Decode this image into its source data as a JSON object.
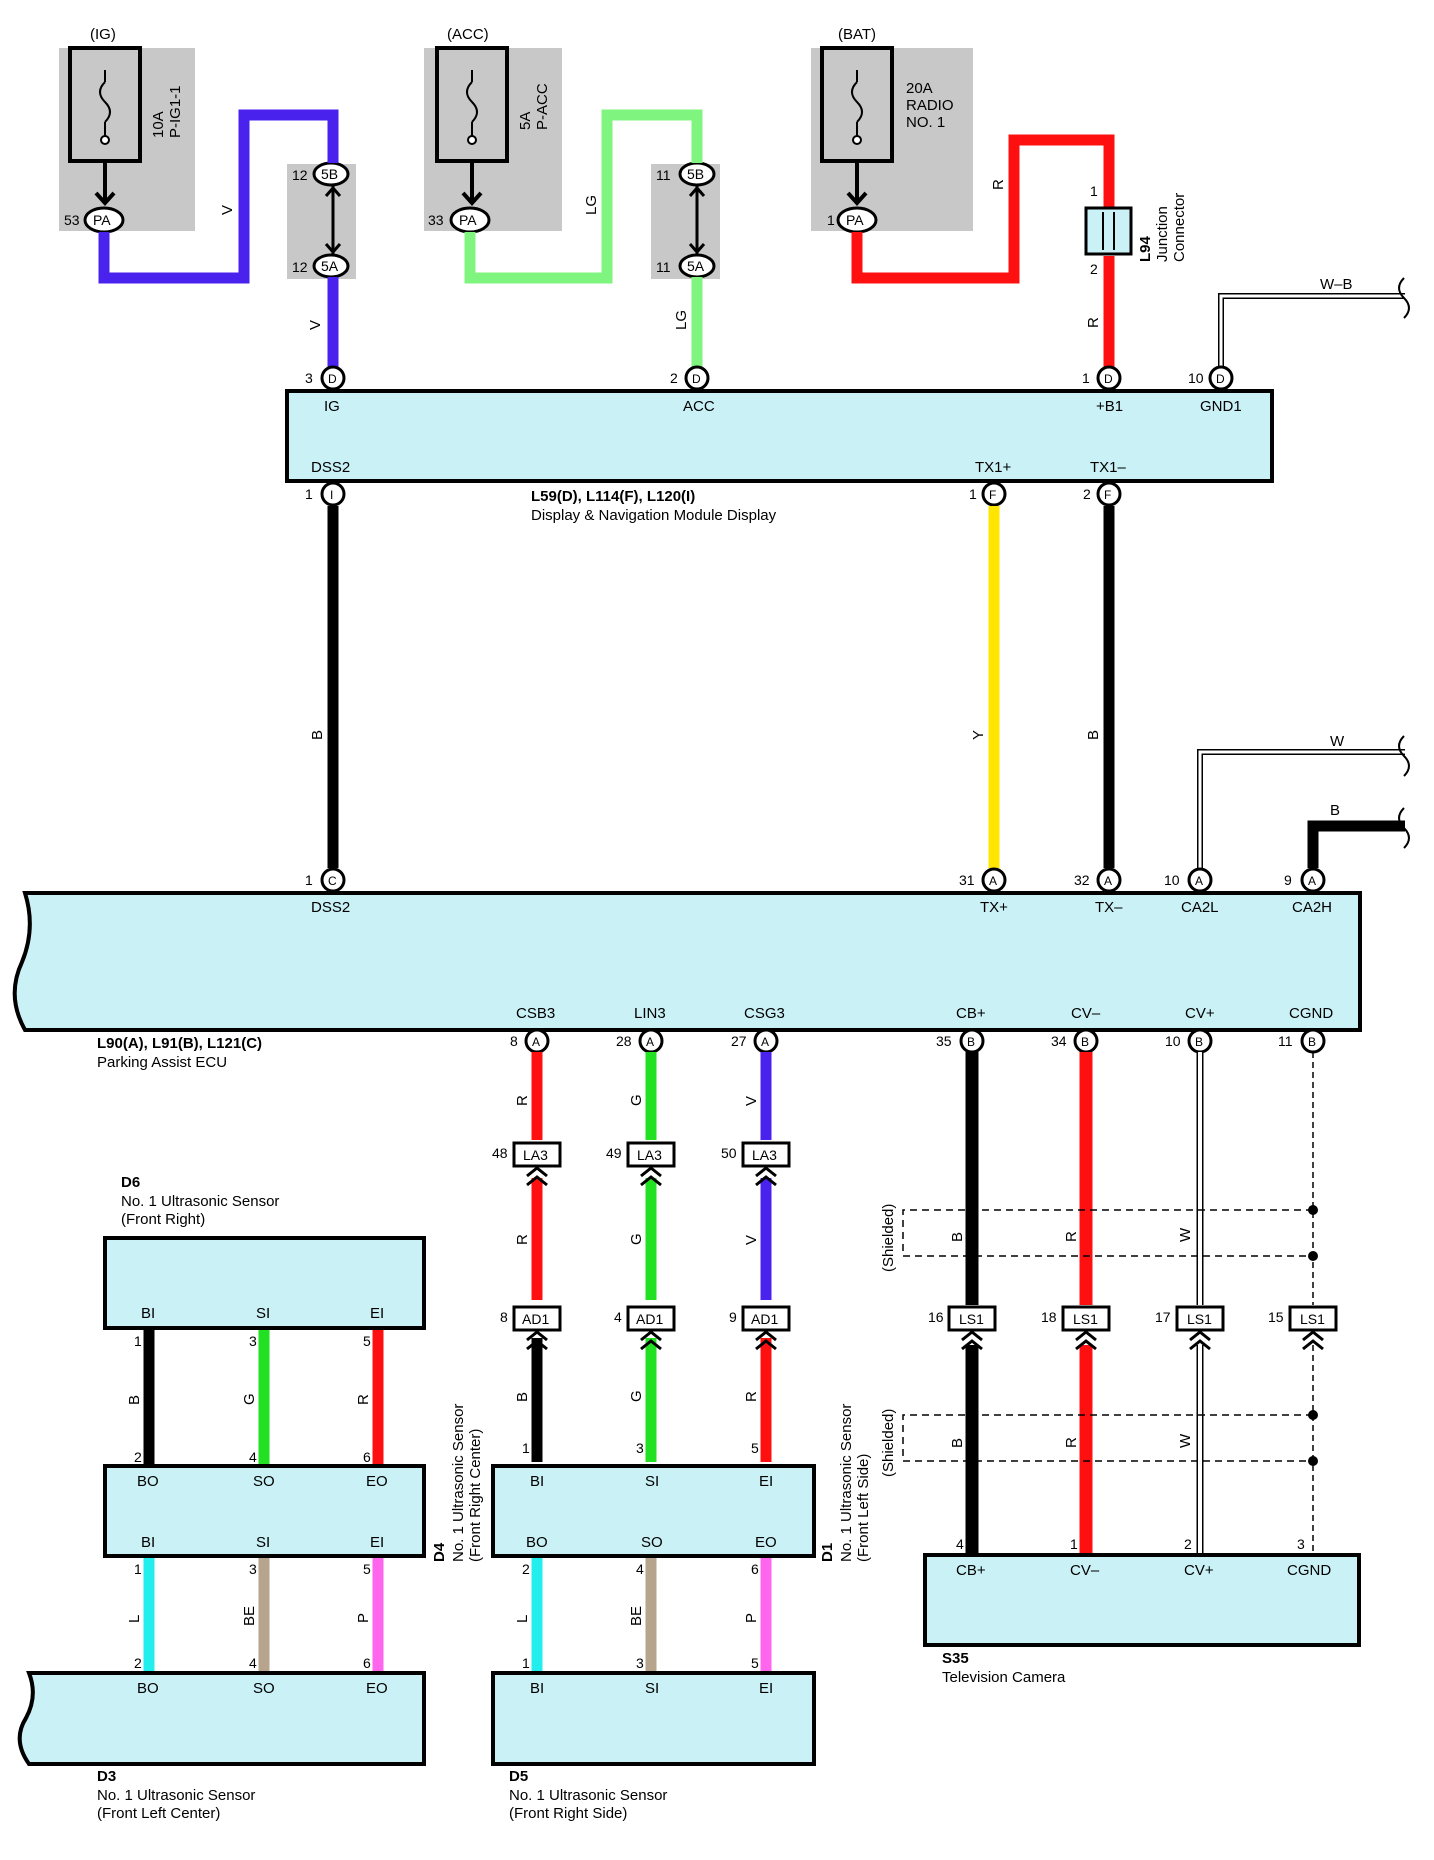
{
  "fuses": [
    {
      "source": "(IG)",
      "rating": "10A",
      "name": "P-IG1-1",
      "pin": "53",
      "conn": "PA"
    },
    {
      "source": "(ACC)",
      "rating": "5A",
      "name": "P-ACC",
      "pin": "33",
      "conn": "PA"
    },
    {
      "source": "(BAT)",
      "rating": "20A",
      "name": "RADIO",
      "name2": "NO. 1",
      "pin": "1",
      "conn": "PA"
    }
  ],
  "junction_connectors": [
    {
      "top_pin": "12",
      "top": "5B",
      "bottom_pin": "12",
      "bottom": "5A"
    },
    {
      "top_pin": "11",
      "top": "5B",
      "bottom_pin": "11",
      "bottom": "5A"
    }
  ],
  "l94": {
    "id": "L94",
    "label1": "Junction",
    "label2": "Connector",
    "pin_top": "1",
    "pin_bottom": "2"
  },
  "display_module": {
    "code": "L59(D), L114(F), L120(I)",
    "name": "Display & Navigation Module Display",
    "top_pins": [
      {
        "num": "3",
        "conn": "D",
        "label": "IG"
      },
      {
        "num": "2",
        "conn": "D",
        "label": "ACC"
      },
      {
        "num": "1",
        "conn": "D",
        "label": "+B1"
      },
      {
        "num": "10",
        "conn": "D",
        "label": "GND1"
      }
    ],
    "bottom_pins": [
      {
        "num": "1",
        "conn": "I",
        "label": "DSS2"
      },
      {
        "num": "1",
        "conn": "F",
        "label": "TX1+"
      },
      {
        "num": "2",
        "conn": "F",
        "label": "TX1–"
      }
    ]
  },
  "ecu": {
    "code": "L90(A), L91(B), L121(C)",
    "name": "Parking Assist ECU",
    "top_pins": [
      {
        "num": "1",
        "conn": "C",
        "label": "DSS2"
      },
      {
        "num": "31",
        "conn": "A",
        "label": "TX+"
      },
      {
        "num": "32",
        "conn": "A",
        "label": "TX–"
      },
      {
        "num": "10",
        "conn": "A",
        "label": "CA2L"
      },
      {
        "num": "9",
        "conn": "A",
        "label": "CA2H"
      }
    ],
    "bottom_pins": [
      {
        "num": "8",
        "conn": "A",
        "label": "CSB3"
      },
      {
        "num": "28",
        "conn": "A",
        "label": "LIN3"
      },
      {
        "num": "27",
        "conn": "A",
        "label": "CSG3"
      },
      {
        "num": "35",
        "conn": "B",
        "label": "CB+"
      },
      {
        "num": "34",
        "conn": "B",
        "label": "CV–"
      },
      {
        "num": "10",
        "conn": "B",
        "label": "CV+"
      },
      {
        "num": "11",
        "conn": "B",
        "label": "CGND"
      }
    ]
  },
  "wire_labels": {
    "v": "V",
    "lg": "LG",
    "r": "R",
    "wb": "W–B",
    "b": "B",
    "y": "Y",
    "w": "W",
    "g": "G",
    "l": "L",
    "be": "BE",
    "p": "P",
    "shielded": "(Shielded)"
  },
  "la3": [
    {
      "pin": "48",
      "name": "LA3"
    },
    {
      "pin": "49",
      "name": "LA3"
    },
    {
      "pin": "50",
      "name": "LA3"
    }
  ],
  "ad1": [
    {
      "pin": "8",
      "name": "AD1"
    },
    {
      "pin": "4",
      "name": "AD1"
    },
    {
      "pin": "9",
      "name": "AD1"
    }
  ],
  "ls1": [
    {
      "pin": "16",
      "name": "LS1"
    },
    {
      "pin": "18",
      "name": "LS1"
    },
    {
      "pin": "17",
      "name": "LS1"
    },
    {
      "pin": "15",
      "name": "LS1"
    }
  ],
  "sensors": {
    "d6": {
      "id": "D6",
      "name": "No. 1 Ultrasonic Sensor",
      "loc": "(Front Right)",
      "labels": [
        "BI",
        "SI",
        "EI"
      ]
    },
    "d4": {
      "id": "D4",
      "name": "No. 1 Ultrasonic Sensor",
      "loc": "(Front Right Center)",
      "top": [
        "BO",
        "SO",
        "EO"
      ],
      "bottom": [
        "BI",
        "SI",
        "EI"
      ]
    },
    "d3": {
      "id": "D3",
      "name": "No. 1 Ultrasonic Sensor",
      "loc": "(Front Left Center)",
      "labels": [
        "BO",
        "SO",
        "EO"
      ]
    },
    "d1": {
      "id": "D1",
      "name": "No. 1 Ultrasonic Sensor",
      "loc": "(Front Left Side)",
      "top": [
        "BI",
        "SI",
        "EI"
      ],
      "bottom": [
        "BO",
        "SO",
        "EO"
      ]
    },
    "d5": {
      "id": "D5",
      "name": "No. 1 Ultrasonic Sensor",
      "loc": "(Front Right Side)",
      "labels": [
        "BI",
        "SI",
        "EI"
      ]
    }
  },
  "pins": {
    "d6_d4": [
      "1",
      "3",
      "5",
      "2",
      "4",
      "6"
    ],
    "d4_d3": [
      "1",
      "3",
      "5",
      "2",
      "4",
      "6"
    ],
    "ad1_d1": [
      "1",
      "3",
      "5"
    ],
    "d1_d5": [
      "2",
      "4",
      "6",
      "1",
      "3",
      "5"
    ]
  },
  "camera": {
    "id": "S35",
    "name": "Television Camera",
    "labels": [
      "CB+",
      "CV–",
      "CV+",
      "CGND"
    ],
    "pins": [
      "4",
      "1",
      "2",
      "3"
    ]
  },
  "colors": {
    "violet": "#4a22ee",
    "light_green": "#7ff57f",
    "red": "#ff1010",
    "black": "#000000",
    "yellow": "#ffe500",
    "green": "#22e022",
    "cyan": "#22eeee",
    "beige": "#b6a48c",
    "pink": "#ff66ee"
  }
}
